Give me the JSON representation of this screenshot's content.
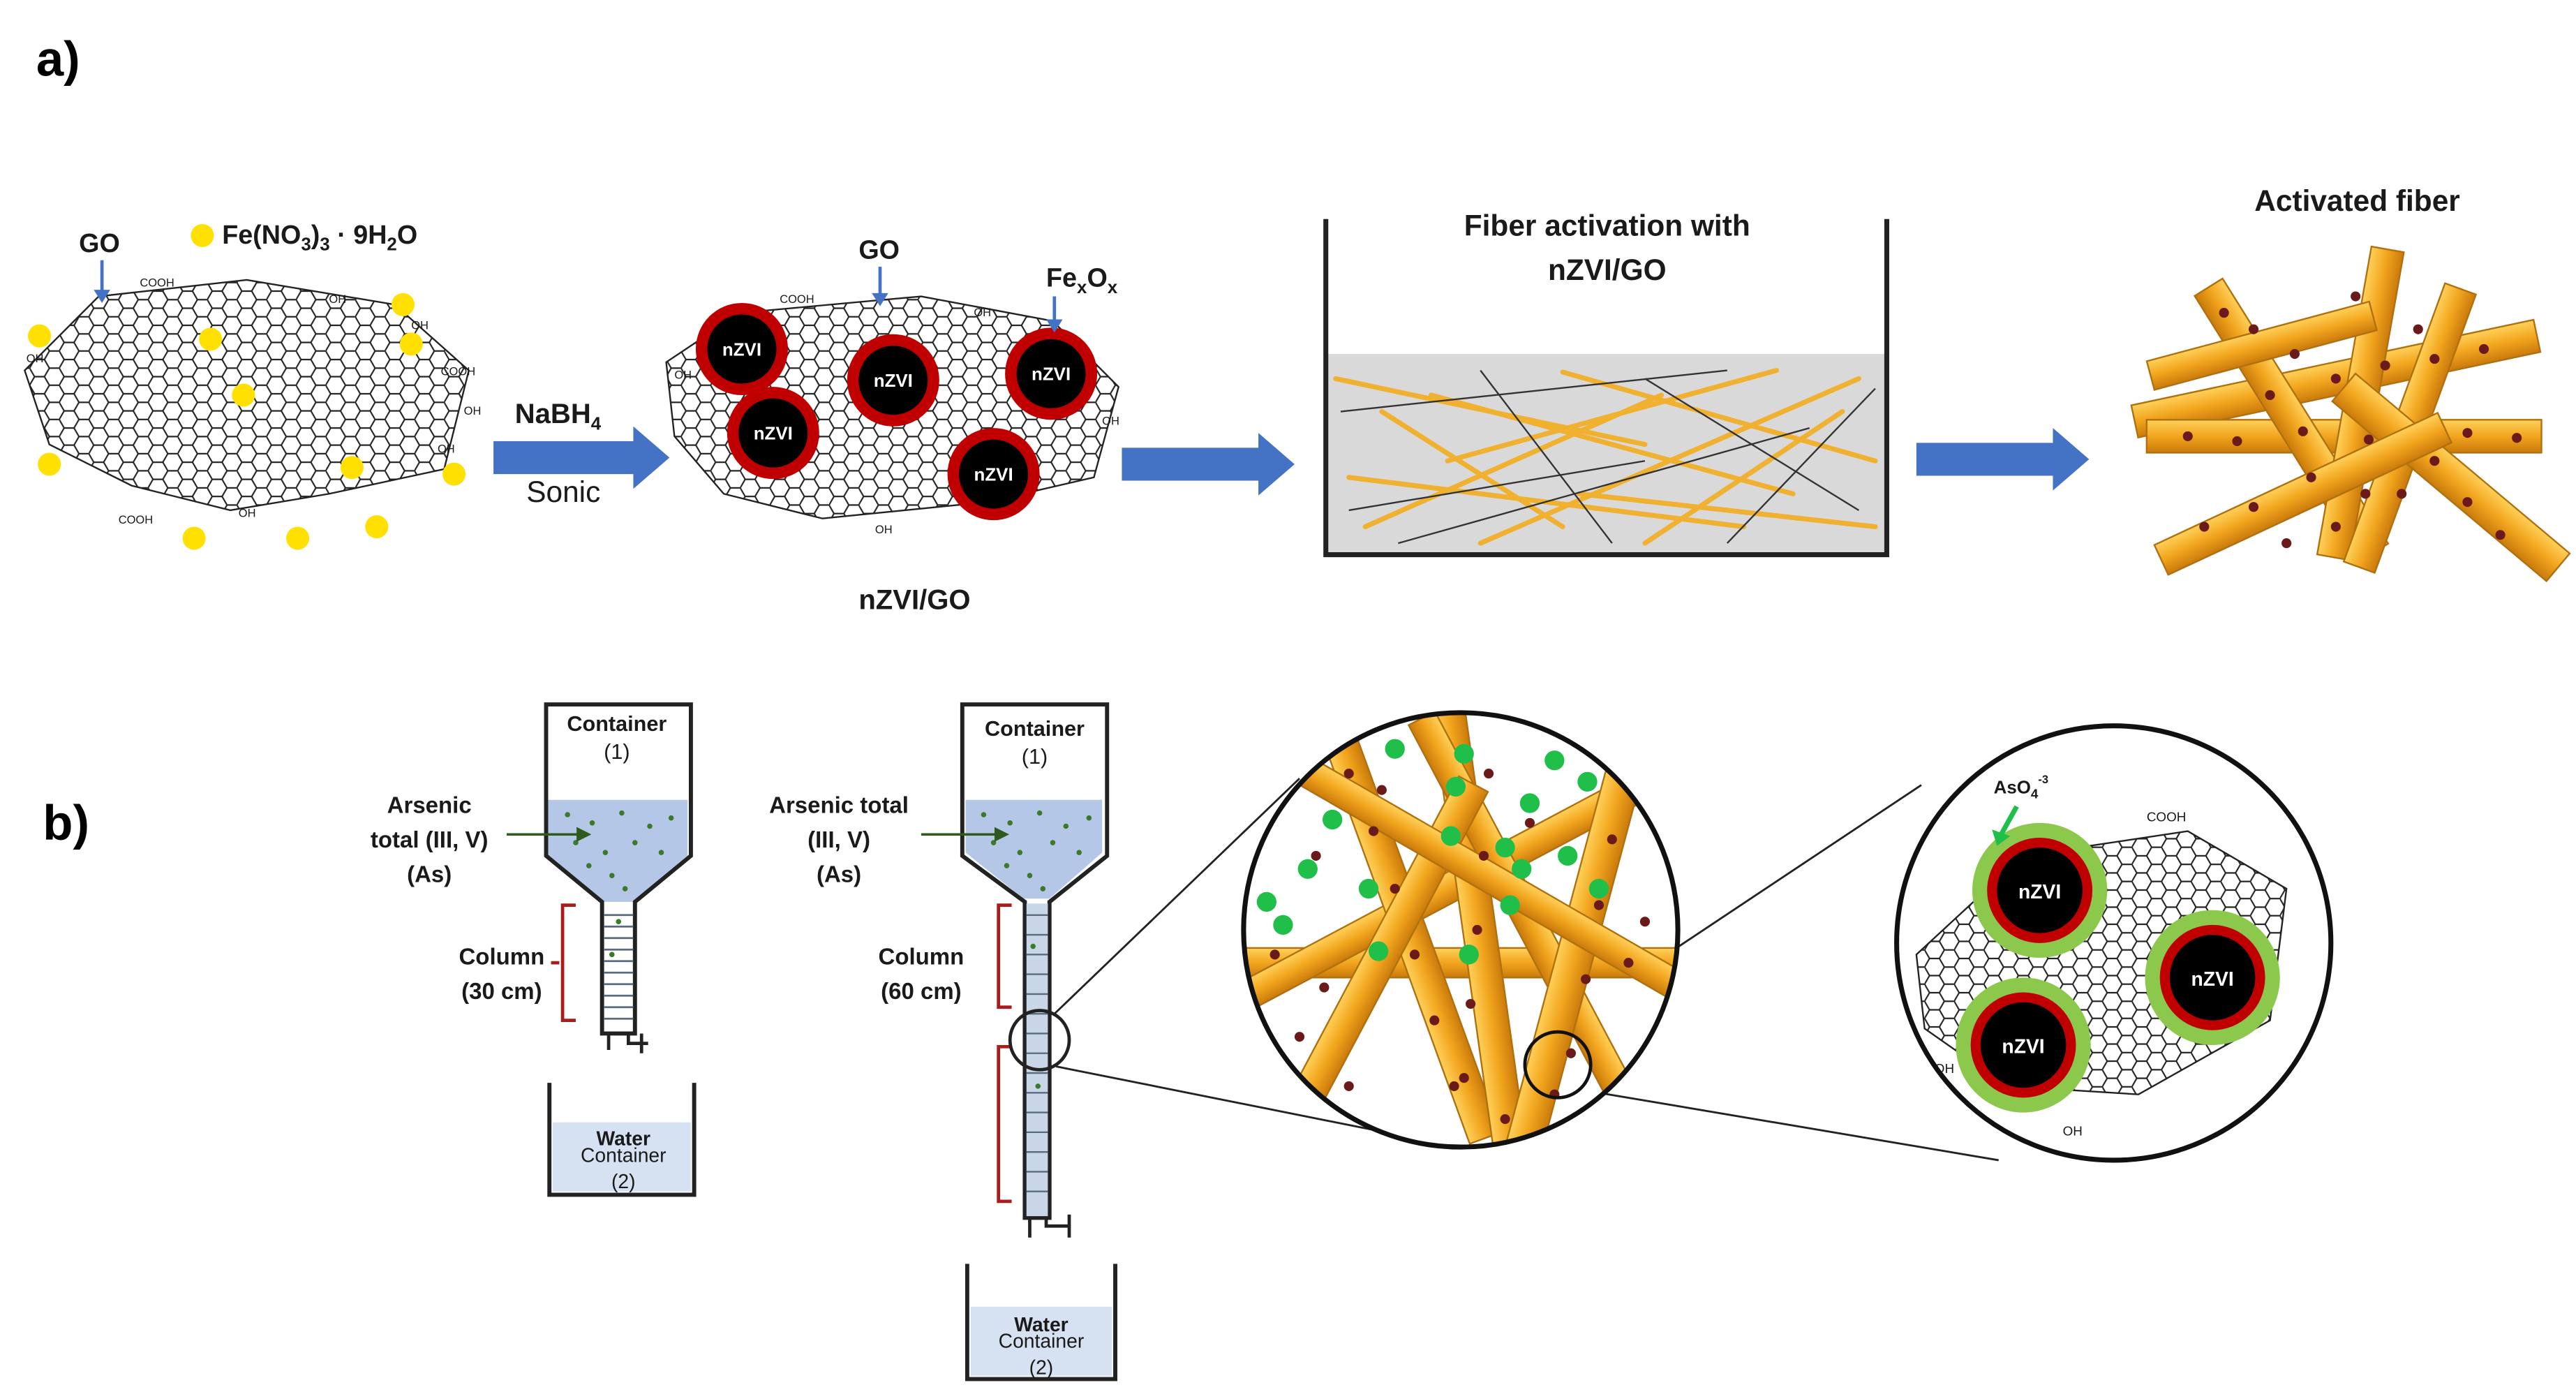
{
  "panel_a": {
    "label": "a)",
    "go_left": "GO",
    "precursor": {
      "prefix": "Fe(NO",
      "sub1": "3",
      "mid": ")",
      "sub2": "3",
      "suffix": " · 9H",
      "sub3": "2",
      "end": "O"
    },
    "reagent_top": "NaBH",
    "reagent_sub": "4",
    "reagent_bottom": "Sonic",
    "go_mid": "GO",
    "oxide_main": "Fe",
    "oxide_sub1": "x",
    "oxide_mid": "O",
    "oxide_sub2": "x",
    "nzvi_label": "nZVI",
    "composite_caption": "nZVI/GO",
    "tank_title_line1": "Fiber activation with",
    "tank_title_line2": "nZVI/GO",
    "activated_title": "Activated fiber",
    "groups": {
      "cooh": "COOH",
      "oh": "OH",
      "cooh_small": "COOH"
    }
  },
  "panel_b": {
    "label": "b)",
    "left": {
      "container_line1": "Container",
      "container_line2": "(1)",
      "arsenic_line1": "Arsenic",
      "arsenic_line2": "total (III, V)",
      "arsenic_line3": "(As)",
      "column_line1": "Column",
      "column_line2": "(30 cm)",
      "water_line1": "Water",
      "water_line2": "Container",
      "water_line3": "(2)"
    },
    "right": {
      "container_line1": "Container",
      "container_line2": "(1)",
      "arsenic_line1": "Arsenic total",
      "arsenic_line2": "(III, V)",
      "arsenic_line3": "(As)",
      "column_line1": "Column",
      "column_line2": "(60 cm)",
      "water_line1": "Water",
      "water_line2": "Container",
      "water_line3": "(2)"
    },
    "ion_main": "AsO",
    "ion_sub": "4",
    "ion_sup": "-3",
    "nzvi_label": "nZVI",
    "group_cooh": "COOH",
    "group_oh": "OH"
  },
  "colors": {
    "arrow_blue": "#4472c4",
    "np_red": "#c00000",
    "fiber_orange": "#f0a820",
    "dot_brown": "#6b1a1a",
    "arsenic_green": "#1fbf4a",
    "shell_green": "#8cc84b",
    "liquid_blue": "#b4c7e7",
    "tank_gray": "#d9d9d9",
    "bracket_red": "#a81c1c",
    "yellow_salt": "#ffe000"
  }
}
